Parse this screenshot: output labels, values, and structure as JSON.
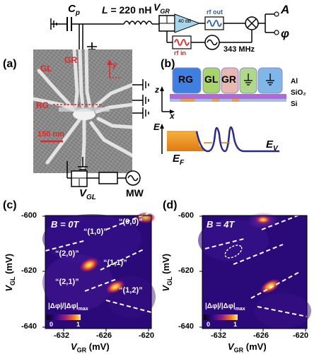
{
  "panels": {
    "a": "(a)",
    "b": "(b)",
    "c": "(c)",
    "d": "(d)"
  },
  "circuit": {
    "cp": "C",
    "cp_sub": "p",
    "inductor_eq": "L",
    "inductor_rest": " = 220 nH",
    "vgr": "V",
    "vgr_sub": "GR",
    "amp": "40 dB",
    "rf_out": "rf out",
    "rf_in": "rf in",
    "freq": "343 MHz",
    "A": "A",
    "phi": "φ",
    "vgl": "V",
    "vgl_sub": "GL",
    "mw": "MW"
  },
  "sem": {
    "gl": "GL",
    "gr": "GR",
    "rg": "RG",
    "y": "y",
    "scale": "150 nm"
  },
  "device": {
    "gates": [
      "RG",
      "GL",
      "GR"
    ],
    "layers": [
      "Al",
      "SiO₂",
      "Si"
    ],
    "z": "z",
    "x": "x",
    "E": "E",
    "EF_main": "E",
    "EF_sub": "F",
    "EV_main": "E",
    "EV_sub": "V"
  },
  "maps": [
    {
      "field": "B = 0T",
      "ylabel_main": "V",
      "ylabel_sub": "GL",
      "ylabel_unit": " (mV)",
      "yticks": [
        "-600",
        "-620",
        "-640"
      ],
      "xticks": [
        "-632",
        "-626",
        "-620"
      ],
      "xlabel_main": "V",
      "xlabel_sub": "GR",
      "xlabel_unit": " (mV)",
      "states": [
        "“(0,0)”",
        "“(1,0)”",
        "“(2,0)”",
        "“(1,1)”",
        "“(2,1)”",
        "“(1,2)”"
      ],
      "cbar_label": "|Δφ|/|Δφ|",
      "cbar_sub": "max",
      "cbar_min": "0",
      "cbar_max": "1"
    },
    {
      "field": "B = 4T",
      "ylabel_main": "V",
      "ylabel_sub": "GL",
      "ylabel_unit": " (mV)",
      "yticks": [
        "-600",
        "-620",
        "-640"
      ],
      "xticks": [
        "-632",
        "-626",
        "-620"
      ],
      "xlabel_main": "V",
      "xlabel_sub": "GR",
      "xlabel_unit": " (mV)",
      "cbar_label": "|Δφ|/|Δφ|",
      "cbar_sub": "max",
      "cbar_min": "0",
      "cbar_max": "1"
    }
  ],
  "colors": {
    "map_bg": "#2a0a78",
    "hot": "#ffd24a",
    "label_red": "#e3262a",
    "gate_rg": "#3f7fe0",
    "gate_gl": "#a8d46a",
    "gate_gr": "#e8b8b0",
    "gate_ground": "#7fb8e8"
  }
}
